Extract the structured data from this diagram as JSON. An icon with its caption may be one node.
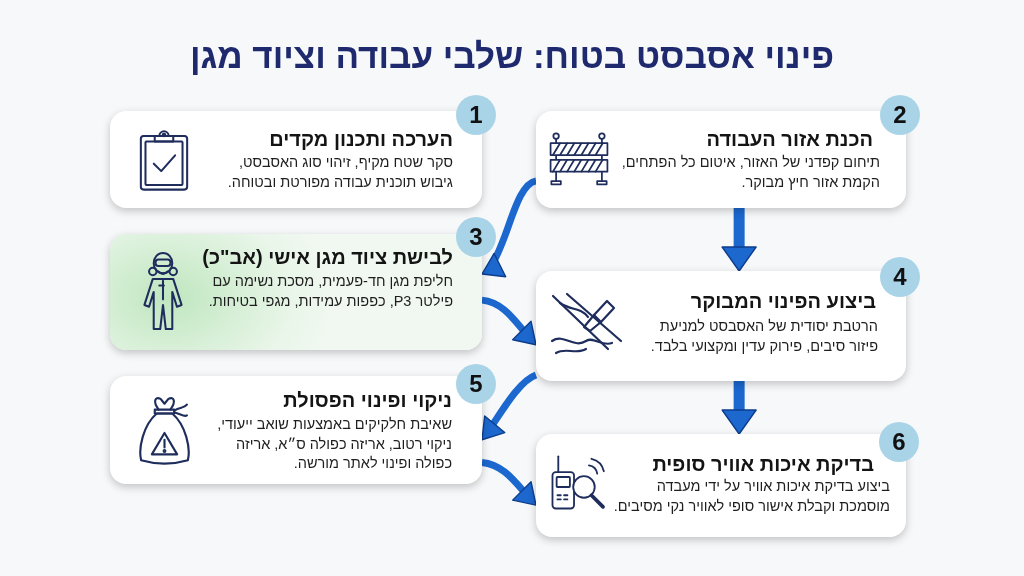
{
  "diagram": {
    "title": "פינוי אסבסט בטוח: שלבי עבודה וציוד מגן",
    "nodes": [
      {
        "text": [
          "1",
          "הערכה ותכנון מקדים",
          "סקר שטח מקיף, זיהוי סוג האסבסט, גיבוש תוכנית עבודה מפורטת ובטוחה."
        ]
      },
      {
        "text": [
          "2",
          "הכנת אזור העבודה",
          "תיחום קפדני של האזור, איטום כל הפתחים, הקמת אזור חיץ מבוקר."
        ]
      },
      {
        "text": [
          "3",
          "לבישת ציוד מגן אישי (אב\"כ)",
          "חליפת מגן חד-פעמית, מסכת נשימה עם פילטר P3, כפפות עמידות, מגפי בטיחות."
        ]
      },
      {
        "text": [
          "4",
          "ביצוע הפינוי המבוקר",
          "הרטבת יסודית של האסבסט למניעת פיזור סיבים, פירוק עדין ומקצועי בלבד."
        ]
      },
      {
        "text": [
          "5",
          "ניקוי ופינוי הפסולת",
          "שאיבת חלקיקים באמצעות שואב ייעודי, ניקוי רטוב, אריזה כפולה ס״א, אריזה כפולה ופינוי לאתר מורשה."
        ]
      },
      {
        "text": [
          "6",
          "בדיקת איכות אוויר סופית",
          "ביצוע בדיקת איכות אוויר על ידי מעבדה מוסמכת וקבלת אישור סופי לאוויר נקי מסיבים."
        ]
      }
    ],
    "edges": [
      {
        "from": 1,
        "to": 2,
        "arrow": "to"
      },
      {
        "from": 1,
        "to": 3,
        "arrow": "to"
      },
      {
        "from": 2,
        "to": 3,
        "arrow": "to"
      },
      {
        "from": 3,
        "to": 4,
        "arrow": "to"
      },
      {
        "from": 3,
        "to": 5,
        "arrow": "to"
      },
      {
        "from": 4,
        "to": 5,
        "arrow": "to"
      }
    ]
  }
}
